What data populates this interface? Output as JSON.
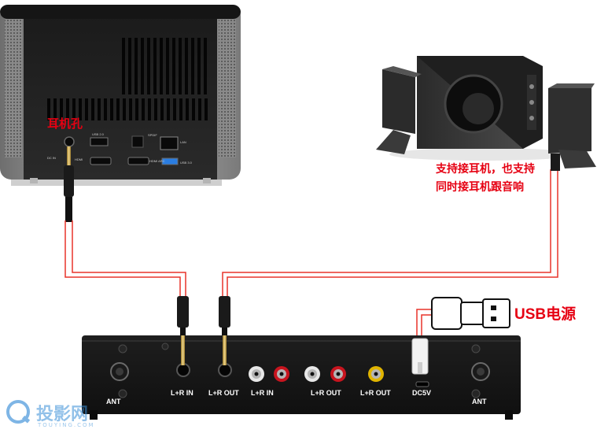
{
  "projector": {
    "headphone_jack_label": "耳机孔",
    "port_labels": [
      "USB 2.0",
      "HDMI",
      "SPDIF",
      "LAN",
      "HDMI ARC",
      "USB 3.0",
      "DC IN"
    ]
  },
  "speaker": {
    "caption_line1": "支持接耳机，也支持",
    "caption_line2": "同时接耳机跟音响"
  },
  "usb": {
    "label": "USB电源"
  },
  "receiver": {
    "ports": [
      "L+R IN",
      "L+R OUT",
      "L+R IN",
      "L+R OUT",
      "L+R OUT",
      "DC5V"
    ],
    "ant_left": "ANT",
    "ant_right": "ANT"
  },
  "watermark": {
    "text": "投影网",
    "subtext": "TOUYING.COM"
  },
  "colors": {
    "accent_red": "#e60012",
    "cable_red": "#e8342a",
    "device_black": "#1c1c1c",
    "rca_red": "#c8141e",
    "rca_white": "#e8e8e8",
    "rca_yellow": "#e0b400",
    "usb_blue": "#2a7de1",
    "watermark_blue": "#3a8fd8"
  }
}
